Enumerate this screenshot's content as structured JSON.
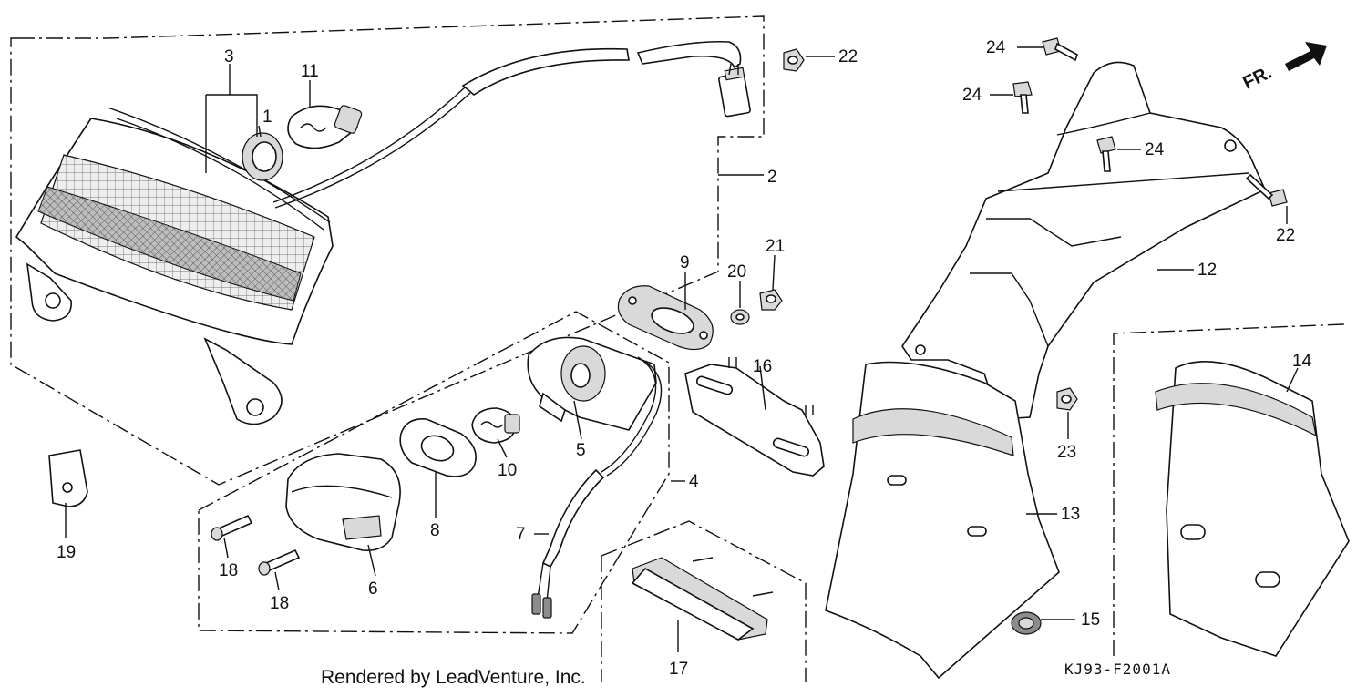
{
  "diagram": {
    "callouts": [
      "1",
      "2",
      "3",
      "4",
      "5",
      "6",
      "7",
      "8",
      "9",
      "10",
      "11",
      "12",
      "13",
      "14",
      "15",
      "16",
      "17",
      "18",
      "18",
      "19",
      "20",
      "21",
      "22",
      "22",
      "23",
      "24",
      "24",
      "24"
    ],
    "direction_label": "FR.",
    "credit": "Rendered by LeadVenture, Inc.",
    "figure_code": "KJ93-F2001A"
  }
}
